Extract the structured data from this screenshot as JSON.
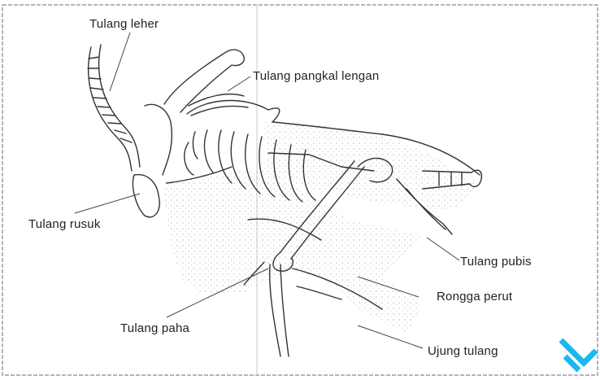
{
  "diagram": {
    "labels": {
      "tulang_leher": "Tulang leher",
      "tulang_pangkal_lengan": "Tulang pangkal lengan",
      "tulang_rusuk": "Tulang rusuk",
      "tulang_pubis": "Tulang pubis",
      "rongga_perut": "Rongga perut",
      "tulang_paha": "Tulang paha",
      "ujung_tulang": "Ujung tulang"
    },
    "colors": {
      "line": "#333333",
      "stipple": "#9a9a9a",
      "logo": "#19b8ee"
    }
  }
}
